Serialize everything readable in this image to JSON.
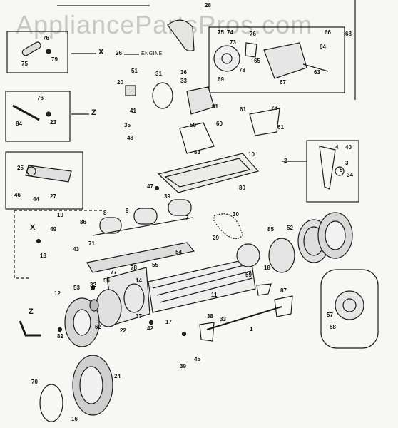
{
  "watermark": "AppliancePartsPros.com",
  "engine_label": "ENGINE",
  "engine_number": "26",
  "group_markers": {
    "x_top": "X",
    "z_top": "Z",
    "x_mid": "X",
    "z_bottom": "Z"
  },
  "callouts": {
    "c28": "28",
    "c74": "74",
    "c75a": "75",
    "c76": "76",
    "c66": "66",
    "c68": "68",
    "c76b": "76",
    "c75b": "75",
    "c79": "79",
    "c73": "73",
    "c64": "64",
    "c65": "65",
    "c69": "69",
    "c78a": "78",
    "c67": "67",
    "c63": "63",
    "c51": "51",
    "c31": "31",
    "c20": "20",
    "c36": "36",
    "c33": "33",
    "c81": "81",
    "c78b": "78",
    "c84": "84",
    "c23": "23",
    "c76c": "76",
    "c41": "41",
    "c35": "35",
    "c48": "48",
    "c50": "50",
    "c60": "60",
    "c83": "83",
    "c61": "61",
    "c61b": "61",
    "c10": "10",
    "c2": "2",
    "c4": "4",
    "c40": "40",
    "c3": "3",
    "c34": "34",
    "c39": "39",
    "c47": "47",
    "c25": "25",
    "c46": "46",
    "c44": "44",
    "c27": "27",
    "c80": "80",
    "c30": "30",
    "c8": "8",
    "c9": "9",
    "c7": "7",
    "c19": "19",
    "c49": "49",
    "c86": "86",
    "c43": "43",
    "c71": "71",
    "c13": "13",
    "c29": "29",
    "c54": "54",
    "c55": "55",
    "c85": "85",
    "c52": "52",
    "c59": "59",
    "c77": "77",
    "c78c": "78",
    "c14": "14",
    "c56": "56",
    "c11": "11",
    "c12": "12",
    "c53": "53",
    "c32": "32",
    "c62": "62",
    "c22": "22",
    "c37": "37",
    "c42": "42",
    "c17": "17",
    "c38": "38",
    "c33b": "33",
    "c87": "87",
    "c1": "1",
    "c82": "82",
    "c45": "45",
    "c39b": "39",
    "c70": "70",
    "c24": "24",
    "c16": "16",
    "c57": "57",
    "c58": "58",
    "c18": "18",
    "c5": "5"
  }
}
